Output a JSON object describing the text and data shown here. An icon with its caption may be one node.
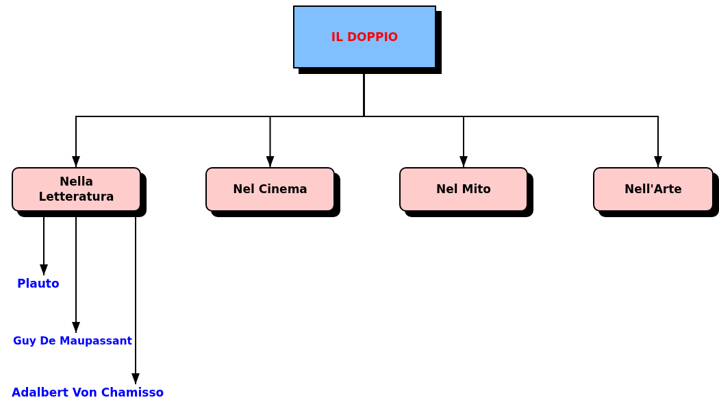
{
  "diagram": {
    "nodes": [
      {
        "text": [
          "IL DOPPIO"
        ]
      },
      {
        "text": [
          "Nella Letteratura"
        ]
      },
      {
        "text": [
          "Nel Cinema"
        ]
      },
      {
        "text": [
          "Nel Mito"
        ]
      },
      {
        "text": [
          "Nell'Arte"
        ]
      },
      {
        "text": [
          "Plauto"
        ]
      },
      {
        "text": [
          "Guy De Maupassant"
        ]
      },
      {
        "text": [
          "Adalbert Von Chamisso"
        ]
      }
    ],
    "edges": [
      {
        "from": 0,
        "to": 1,
        "arrow": "to"
      },
      {
        "from": 0,
        "to": 2,
        "arrow": "to"
      },
      {
        "from": 0,
        "to": 3,
        "arrow": "to"
      },
      {
        "from": 0,
        "to": 4,
        "arrow": "to"
      },
      {
        "from": 1,
        "to": 5,
        "arrow": "to"
      },
      {
        "from": 1,
        "to": 6,
        "arrow": "to"
      },
      {
        "from": 1,
        "to": 7,
        "arrow": "to"
      }
    ]
  }
}
